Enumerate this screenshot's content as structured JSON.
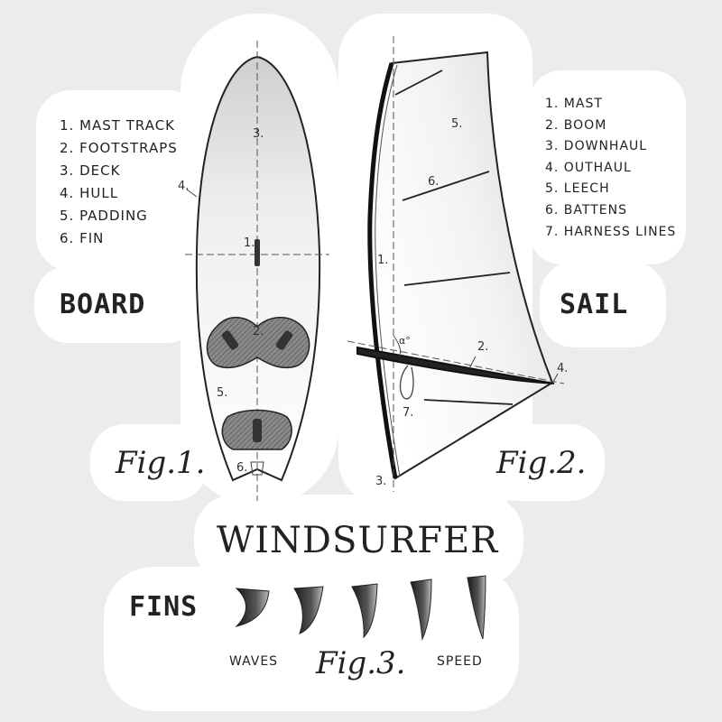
{
  "board": {
    "parts": [
      "1. MAST TRACK",
      "2. FOOTSTRAPS",
      "3. DECK",
      "4. HULL",
      "5. PADDING",
      "6. FIN"
    ],
    "heading": "BOARD",
    "figure_label": "Fig.1.",
    "callouts": [
      "3.",
      "4.",
      "1.",
      "2.",
      "5.",
      "6."
    ]
  },
  "sail": {
    "parts": [
      "1. MAST",
      "2. BOOM",
      "3. DOWNHAUL",
      "4. OUTHAUL",
      "5. LEECH",
      "6. BATTENS",
      "7. HARNESS LINES"
    ],
    "heading": "SAIL",
    "figure_label": "Fig.2.",
    "callouts": [
      "5.",
      "6.",
      "1.",
      "α°",
      "2.",
      "4.",
      "7.",
      "3."
    ]
  },
  "title": "WINDSURFER",
  "fins": {
    "heading": "FINS",
    "figure_label": "Fig.3.",
    "left_label": "WAVES",
    "right_label": "SPEED"
  },
  "colors": {
    "background": "#ececec",
    "sticker": "#ffffff",
    "ink": "#222222"
  }
}
